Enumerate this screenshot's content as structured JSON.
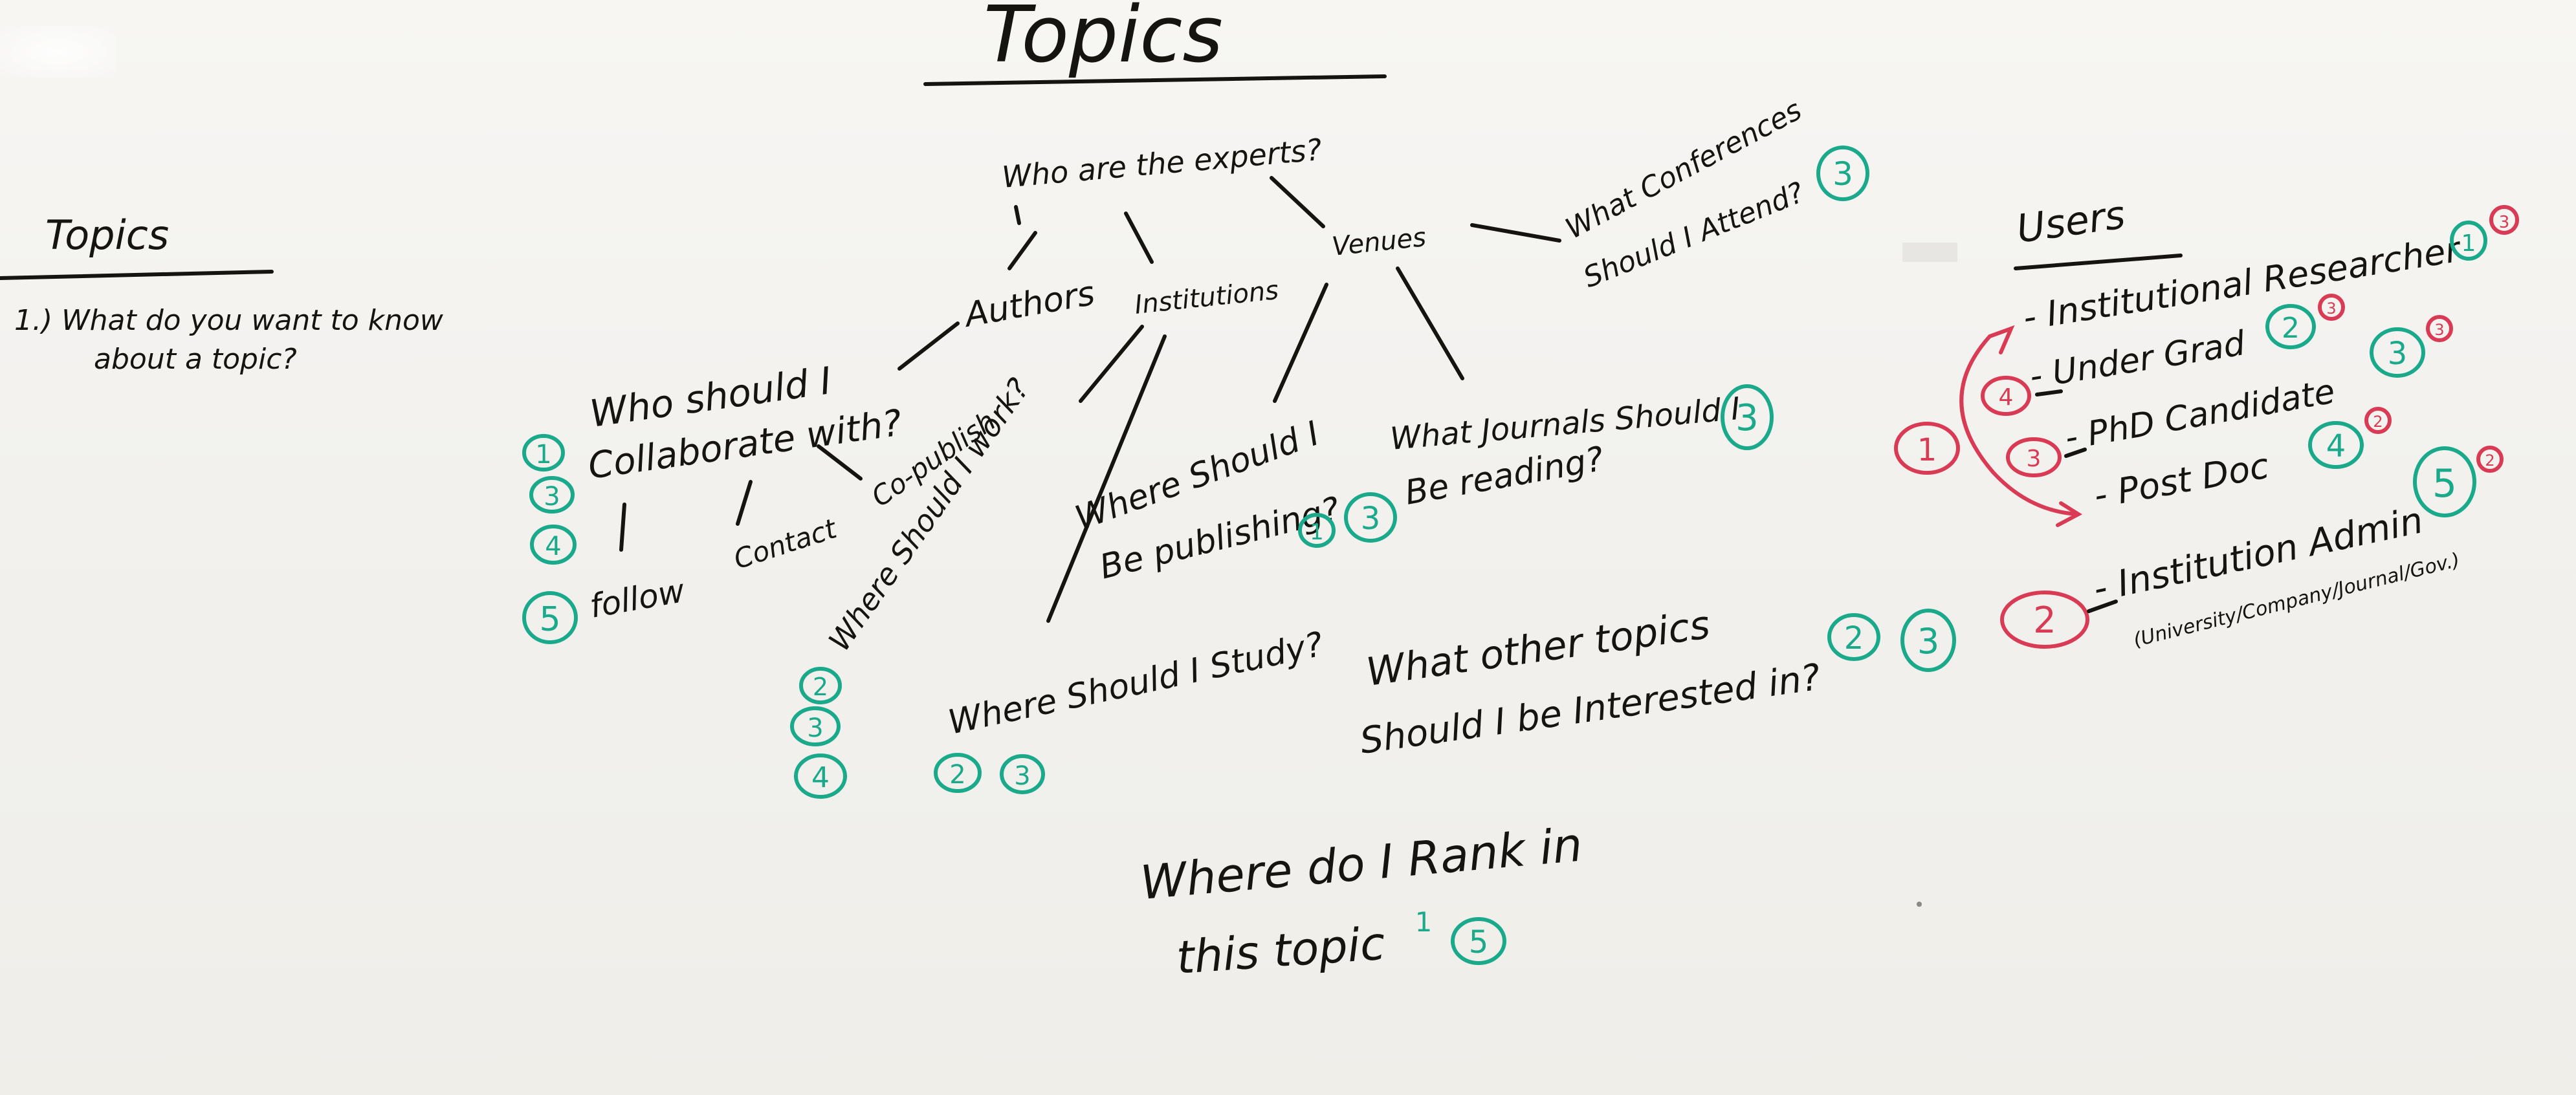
{
  "title": "Topics",
  "left_panel": {
    "heading": "Topics",
    "question_line1": "1.) What do you want to know",
    "question_line2": "about a topic?"
  },
  "center": {
    "root": "Who are the experts?",
    "authors": "Authors",
    "institutions": "Institutions",
    "venues": "Venues",
    "collab_line1": "Who should I",
    "collab_line2": "Collaborate with?",
    "follow": "follow",
    "contact": "Contact",
    "copublish": "Co-publish",
    "work": "Where Should I work?",
    "study": "Where Should I Study?",
    "publish_line1": "Where Should I",
    "publish_line2": "Be publishing?",
    "journals_line1": "What Journals Should I",
    "journals_line2": "Be reading?",
    "conferences_line1": "What Conferences",
    "conferences_line2": "Should I Attend?",
    "other_line1": "What other topics",
    "other_line2": "Should I be Interested in?",
    "rank_line1": "Where do I Rank in",
    "rank_line2": "this topic"
  },
  "numbers": {
    "collab": [
      "1",
      "3",
      "4",
      "5"
    ],
    "work": [
      "2",
      "3",
      "4"
    ],
    "study": [
      "2",
      "3"
    ],
    "publish": [
      "1",
      "3"
    ],
    "journals": [
      "3"
    ],
    "conferences": [
      "3"
    ],
    "other": [
      "2",
      "3"
    ],
    "rank": [
      "1",
      "5"
    ]
  },
  "users": {
    "heading": "Users",
    "items": [
      {
        "label": "- Institutional Researcher",
        "num": "1",
        "rank": "3"
      },
      {
        "label": "- Under Grad",
        "num": "2",
        "rank": "3"
      },
      {
        "label": "- PhD Candidate",
        "num": "3",
        "rank": "3"
      },
      {
        "label": "- Post Doc",
        "num": "4",
        "rank": "2"
      },
      {
        "label": "- Institution Admin",
        "num": "5",
        "rank": "2"
      }
    ],
    "admin_note": "(University/Company/Journal/Gov.)",
    "priority_left": [
      "4",
      "3"
    ],
    "priority_group": "1",
    "priority_admin": "2"
  },
  "colors": {
    "ink": "#15140f",
    "teal_marker": "#1aa98a",
    "red_marker": "#d93b55",
    "board": "#f4f3f0"
  }
}
